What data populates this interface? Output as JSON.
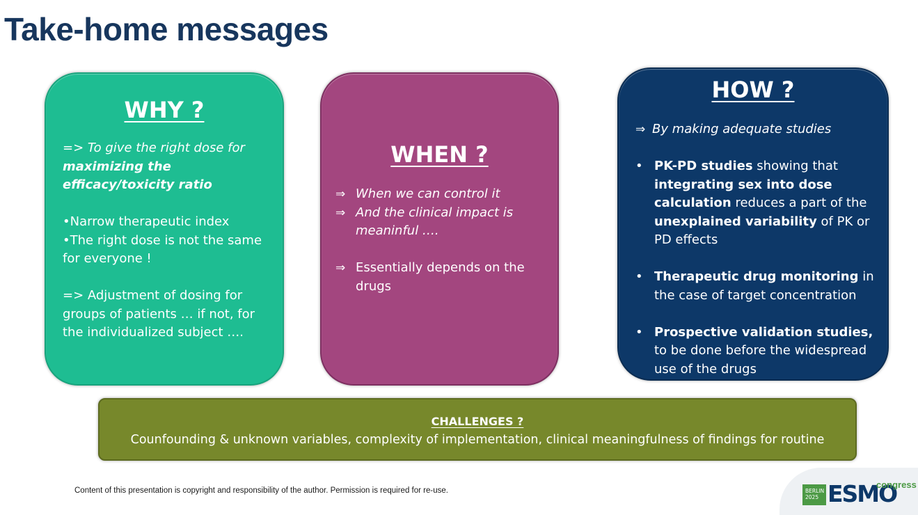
{
  "title": "Take-home messages",
  "why": {
    "heading": "WHY ?",
    "line1_prefix": "=> ",
    "line1_italic": "To give the right dose for",
    "line1_bold": "maximizing the efficacy/toxicity ratio",
    "bullet1": "•Narrow therapeutic index",
    "bullet2": "•The right dose is not the same for everyone !",
    "conclusion": "=> Adjustment of dosing for groups of patients … if not, for the individualized subject …."
  },
  "when": {
    "heading": "WHEN ?",
    "arrow": "⇒",
    "item1": "When we can control it",
    "item2": "And the clinical impact is meaninful ….",
    "item3": "Essentially depends on the drugs"
  },
  "how": {
    "heading": "HOW ?",
    "arrow": "⇒",
    "intro": "By making adequate studies",
    "bullet": "•",
    "b1_bold1": "PK-PD studies",
    "b1_text1": " showing that ",
    "b1_bold2": "integrating sex into dose calculation",
    "b1_text2": " reduces a part of the ",
    "b1_bold3": "unexplained variability",
    "b1_text3": " of PK or PD effects",
    "b2_bold": "Therapeutic drug monitoring",
    "b2_text": "  in the case of target concentration",
    "b3_bold": "Prospective validation studies,",
    "b3_text": " to be done before the widespread use of the drugs"
  },
  "challenges": {
    "title": "CHALLENGES ?",
    "text": "Counfounding & unknown variables,  complexity of implementation, clinical meaningfulness of  findings  for routine"
  },
  "footer": "Content of this presentation is copyright and responsibility of the author. Permission is required for re-use.",
  "logo": {
    "city": "BERLIN",
    "year": "2025",
    "brand": "ESMO",
    "suffix": "congress"
  },
  "colors": {
    "title": "#17365d",
    "why_card": "#1ebd92",
    "when_card": "#a3467f",
    "how_card": "#0d3868",
    "challenges": "#77882b",
    "logo_green": "#4c9a45"
  }
}
